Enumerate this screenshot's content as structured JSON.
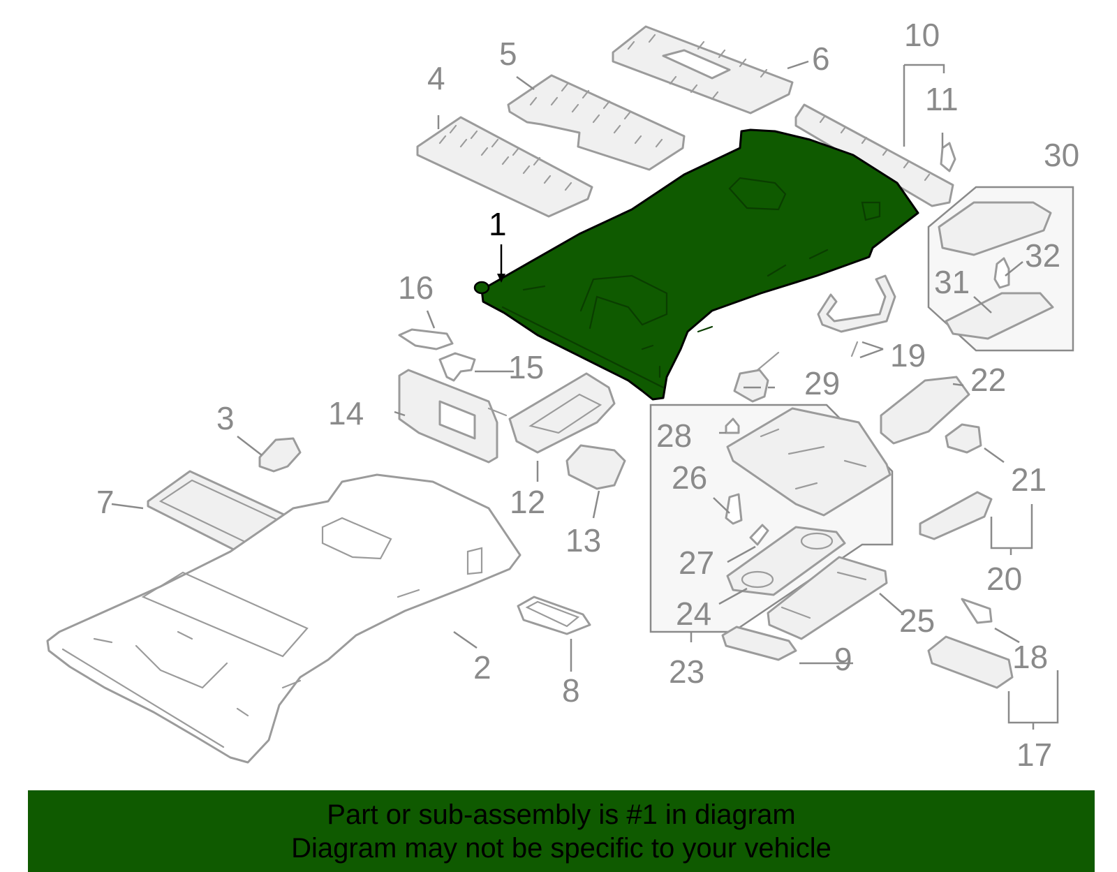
{
  "colors": {
    "highlight": "#0f5a00",
    "banner": "#0f5a00",
    "part_stroke": "#9b9b9b",
    "callout_text": "#8a8a8a",
    "main_callout_text": "#000000"
  },
  "highlighted_part": "1",
  "callouts": [
    "1",
    "2",
    "3",
    "4",
    "5",
    "6",
    "7",
    "8",
    "9",
    "10",
    "11",
    "12",
    "13",
    "14",
    "15",
    "16",
    "17",
    "18",
    "19",
    "20",
    "21",
    "22",
    "23",
    "24",
    "25",
    "26",
    "27",
    "28",
    "29",
    "30",
    "31",
    "32"
  ],
  "banner": {
    "line1": "Part or sub-assembly is #1 in diagram",
    "line2": "Diagram may not be specific to your vehicle"
  }
}
